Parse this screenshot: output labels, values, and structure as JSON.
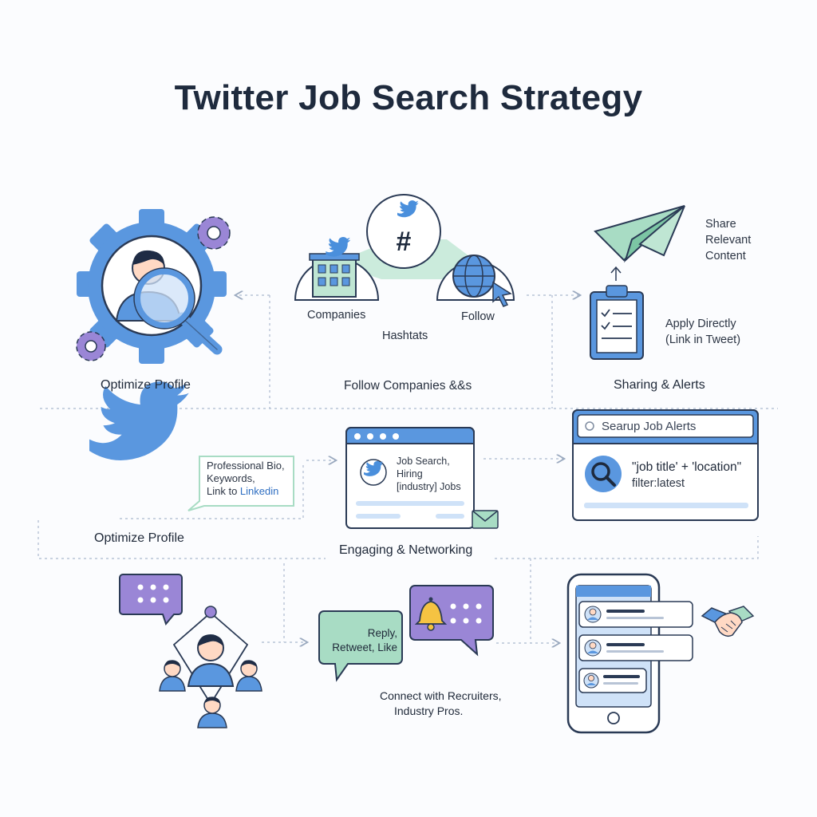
{
  "title": "Twitter Job Search Strategy",
  "top_row": {
    "optimize_profile": {
      "label": "Optimize Profile"
    },
    "follow": {
      "companies_label": "Companies",
      "hashtags_label": "Hashtats",
      "follow_label": "Follow",
      "section_label": "Follow Companies &&s"
    },
    "sharing": {
      "share_label": [
        "Share",
        "Relevant",
        "Content"
      ],
      "apply_label": [
        "Apply Directly",
        "(Link in Tweet)"
      ],
      "section_label": "Sharing & Alerts"
    }
  },
  "middle_row": {
    "profile": {
      "bio_lines": [
        "Professional Bio,",
        "Keywords,",
        "Link to "
      ],
      "bio_link": "Linkedin",
      "section_label": "Optimize Profile"
    },
    "search_window": {
      "lines": [
        "Job Search,",
        "Hiring",
        "[industry] Jobs"
      ]
    },
    "alerts": {
      "search_placeholder": "Searup Job Alerts",
      "query_line1": "\"job title' + 'location\"",
      "query_line2": "filter:latest"
    },
    "engaging_label": "Engaging & Networking"
  },
  "bottom_row": {
    "reply_bubble": [
      "Reply,",
      "Retweet, Like"
    ],
    "connect_label": [
      "Connect with Recruiters,",
      "Industry Pros."
    ]
  },
  "colors": {
    "blue": "#4a8fdc",
    "light_blue": "#cfe2f8",
    "purple": "#9a86d6",
    "green": "#a8dcc4",
    "navy": "#1e2a3d"
  },
  "icons": [
    "gear-icon",
    "magnifier-icon",
    "twitter-bird-icon",
    "building-icon",
    "hashtag-icon",
    "globe-icon",
    "cursor-icon",
    "paper-plane-icon",
    "clipboard-icon",
    "envelope-icon",
    "search-icon",
    "chat-bubble-icon",
    "bell-icon",
    "network-icon",
    "phone-icon",
    "handshake-icon"
  ]
}
